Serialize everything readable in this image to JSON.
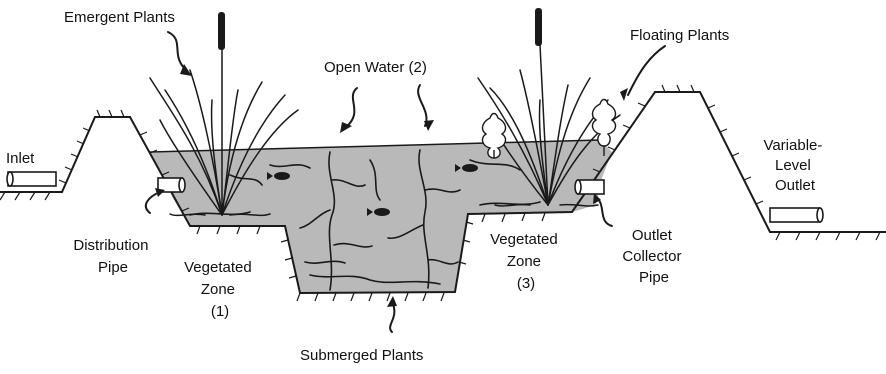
{
  "diagram": {
    "labels": {
      "emergent_plants": "Emergent Plants",
      "open_water": "Open Water (2)",
      "floating_plants": "Floating Plants",
      "inlet": "Inlet",
      "variable_level_outlet": [
        "Variable-",
        "Level",
        "Outlet"
      ],
      "distribution_pipe": [
        "Distribution",
        "Pipe"
      ],
      "vegetated_zone_1": [
        "Vegetated",
        "Zone",
        "(1)"
      ],
      "vegetated_zone_3": [
        "Vegetated",
        "Zone",
        "(3)"
      ],
      "outlet_collector_pipe": [
        "Outlet",
        "Collector",
        "Pipe"
      ],
      "submerged_plants": "Submerged Plants"
    },
    "colors": {
      "water": "#b9b9b9",
      "line": "#1a1a1a",
      "background": "#ffffff"
    }
  }
}
